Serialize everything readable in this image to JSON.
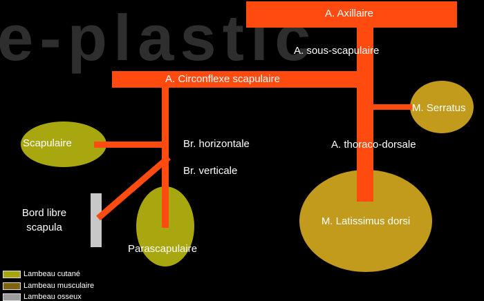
{
  "watermark": "e-plastic",
  "labels": {
    "axillaire": "A. Axillaire",
    "sous_scapulaire": "A. sous-scapulaire",
    "circonflexe": "A. Circonflexe scapulaire",
    "serratus": "M. Serratus",
    "thoraco_dorsale": "A. thoraco-dorsale",
    "scapulaire": "Scapulaire",
    "br_horizontale": "Br. horizontale",
    "br_verticale": "Br. verticale",
    "bord_libre_line1": "Bord libre",
    "bord_libre_line2": "scapula",
    "parascapulaire": "Parascapulaire",
    "latissimus": "M. Latissimus dorsi"
  },
  "legend": [
    {
      "label": "Lambeau cutané",
      "color": "#a8a60e"
    },
    {
      "label": "Lambeau musculaire",
      "color": "#7f6410"
    },
    {
      "label": "Lambeau osseux",
      "color": "#9c9c9c"
    }
  ],
  "colors": {
    "artery": "#ff4a10",
    "cutaneous": "#a9a70f",
    "muscle": "#c39b1c",
    "bone": "#c8c8c8"
  }
}
